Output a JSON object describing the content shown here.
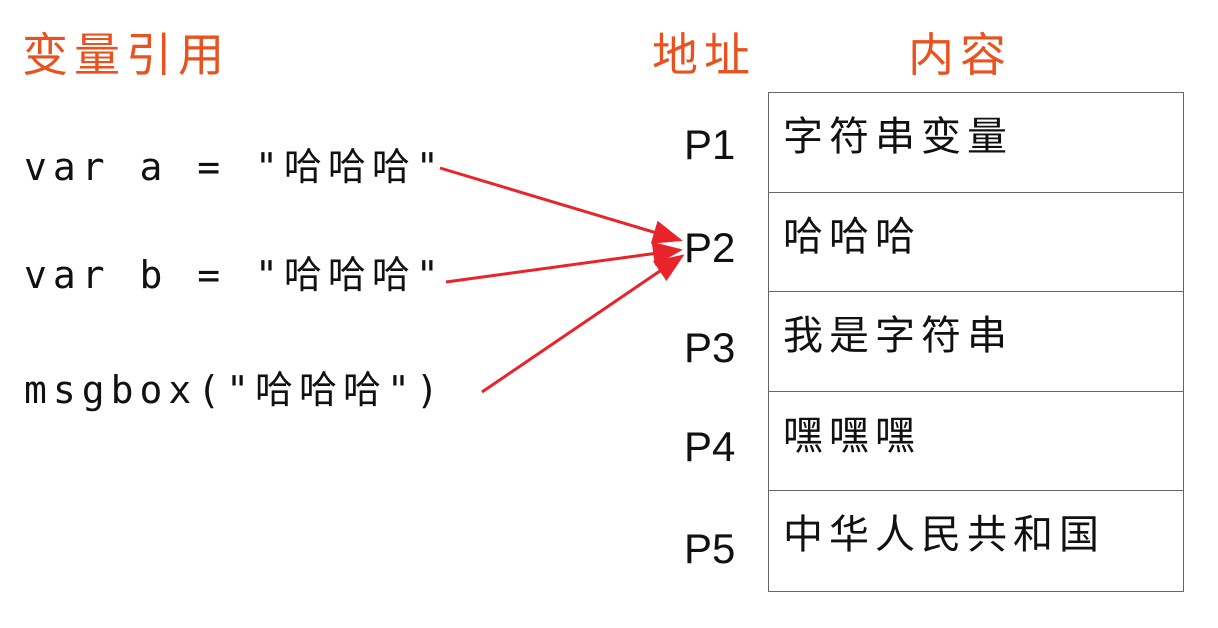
{
  "headings": {
    "variable_ref": "变量引用",
    "address": "地址",
    "content": "内容"
  },
  "code_lines": [
    "var a = \"哈哈哈\"",
    "var b = \"哈哈哈\"",
    "msgbox(\"哈哈哈\")"
  ],
  "memory": [
    {
      "address": "P1",
      "content": "字符串变量"
    },
    {
      "address": "P2",
      "content": "哈哈哈"
    },
    {
      "address": "P3",
      "content": "我是字符串"
    },
    {
      "address": "P4",
      "content": "嘿嘿嘿"
    },
    {
      "address": "P5",
      "content": "中华人民共和国"
    }
  ],
  "colors": {
    "heading": "#e8521f",
    "arrow": "#e8232a",
    "text": "#111111",
    "border": "#666666"
  }
}
